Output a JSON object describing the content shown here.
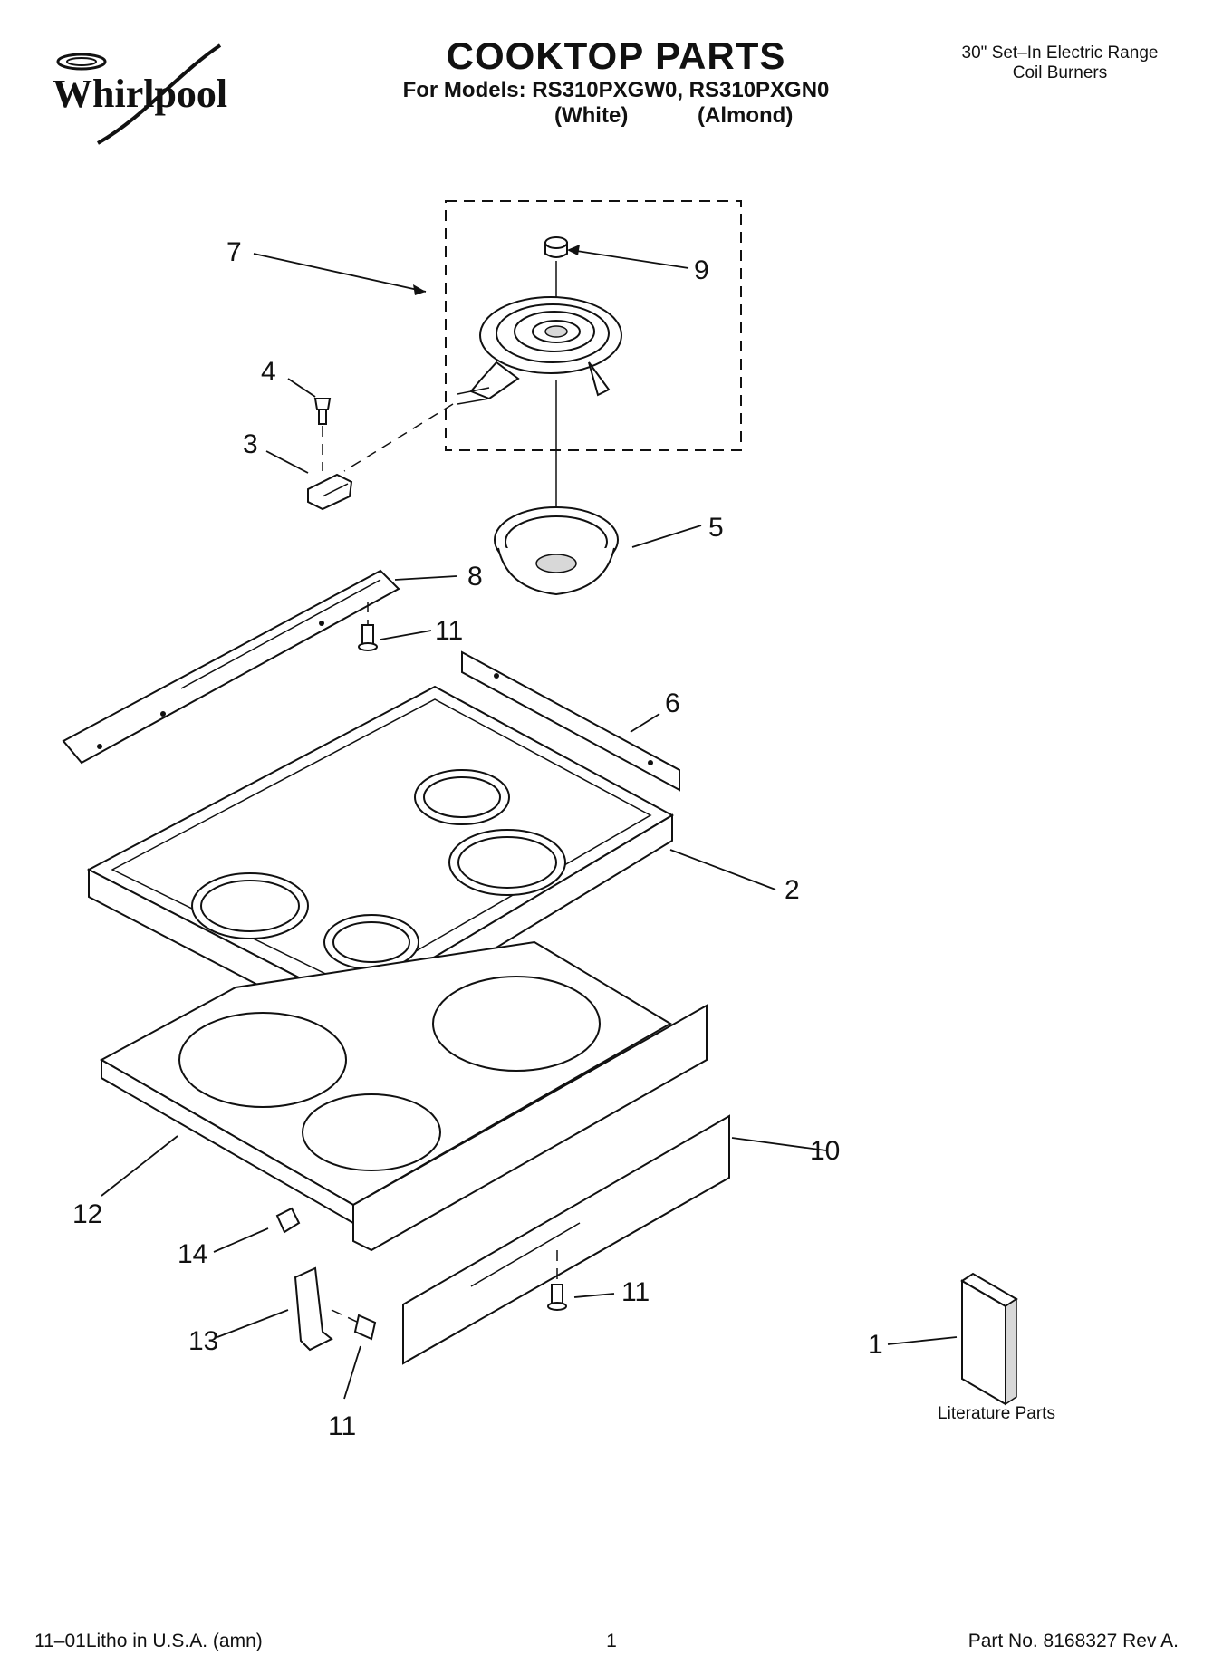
{
  "brand": {
    "logo_text": "Whirlpool"
  },
  "header": {
    "title": "COOKTOP PARTS",
    "models_line": "For Models: RS310PXGW0, RS310PXGN0",
    "variant_white": "(White)",
    "variant_almond": "(Almond)",
    "product_line1": "30\" Set–In Electric Range",
    "product_line2": "Coil Burners"
  },
  "callouts": {
    "c1": "1",
    "c2": "2",
    "c3": "3",
    "c4": "4",
    "c5": "5",
    "c6": "6",
    "c7": "7",
    "c8": "8",
    "c9": "9",
    "c10": "10",
    "c11a": "11",
    "c11b": "11",
    "c11c": "11",
    "c12": "12",
    "c13": "13",
    "c14": "14"
  },
  "literature_label": "Literature Parts",
  "footer": {
    "left": "11–01Litho in U.S.A. (amn)",
    "center": "1",
    "right": "Part No. 8168327 Rev A."
  }
}
